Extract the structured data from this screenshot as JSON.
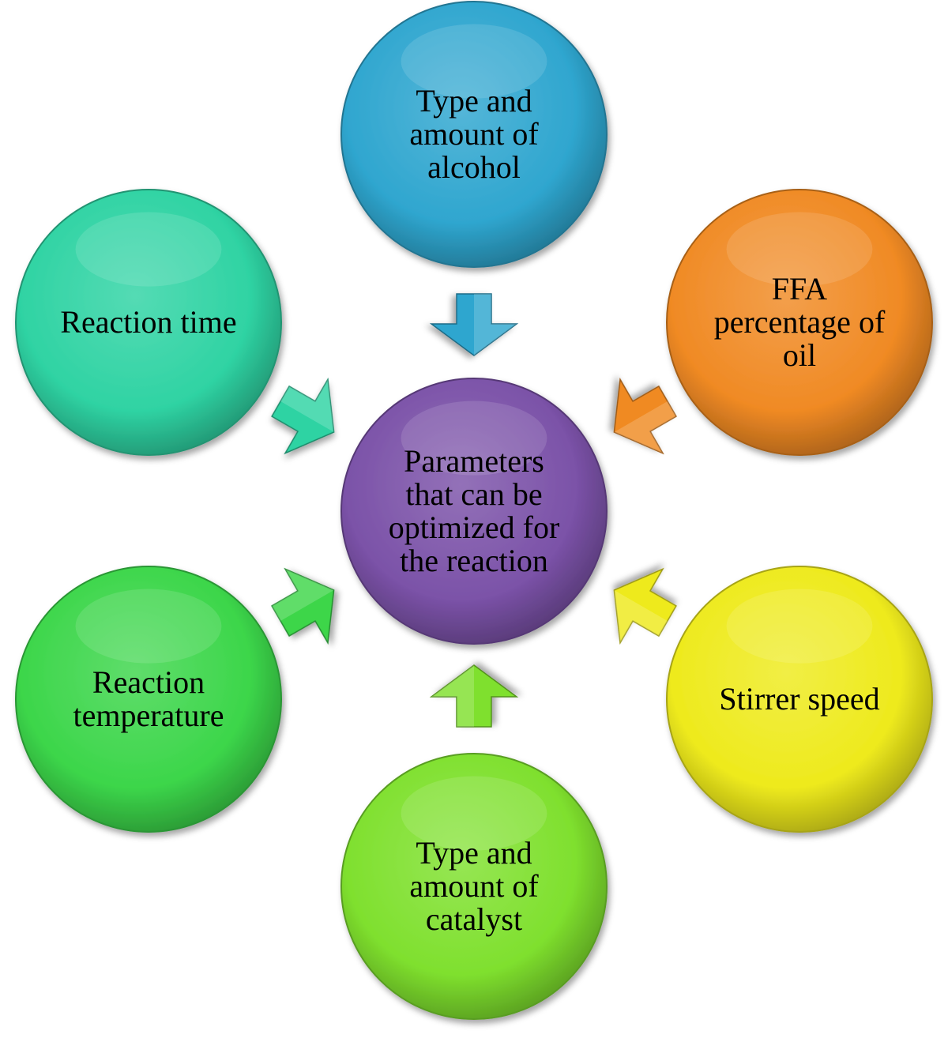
{
  "center": {
    "lines": [
      "Parameters",
      "that can be",
      "optimized for",
      "the reaction"
    ],
    "color": "#7b52a8"
  },
  "nodes": [
    {
      "id": "alcohol",
      "lines": [
        "Type and",
        "amount of",
        "alcohol"
      ],
      "color": "#2fa6cf"
    },
    {
      "id": "ffa",
      "lines": [
        "FFA",
        "percentage of",
        "oil"
      ],
      "color": "#f08a24"
    },
    {
      "id": "stirrer",
      "lines": [
        "Stirrer speed"
      ],
      "color": "#eeea1c"
    },
    {
      "id": "catalyst",
      "lines": [
        "Type and",
        "amount of",
        "catalyst"
      ],
      "color": "#7fe02e"
    },
    {
      "id": "temperature",
      "lines": [
        "Reaction",
        "temperature"
      ],
      "color": "#3cd64a"
    },
    {
      "id": "time",
      "lines": [
        "Reaction time"
      ],
      "color": "#2fd3a3"
    }
  ]
}
